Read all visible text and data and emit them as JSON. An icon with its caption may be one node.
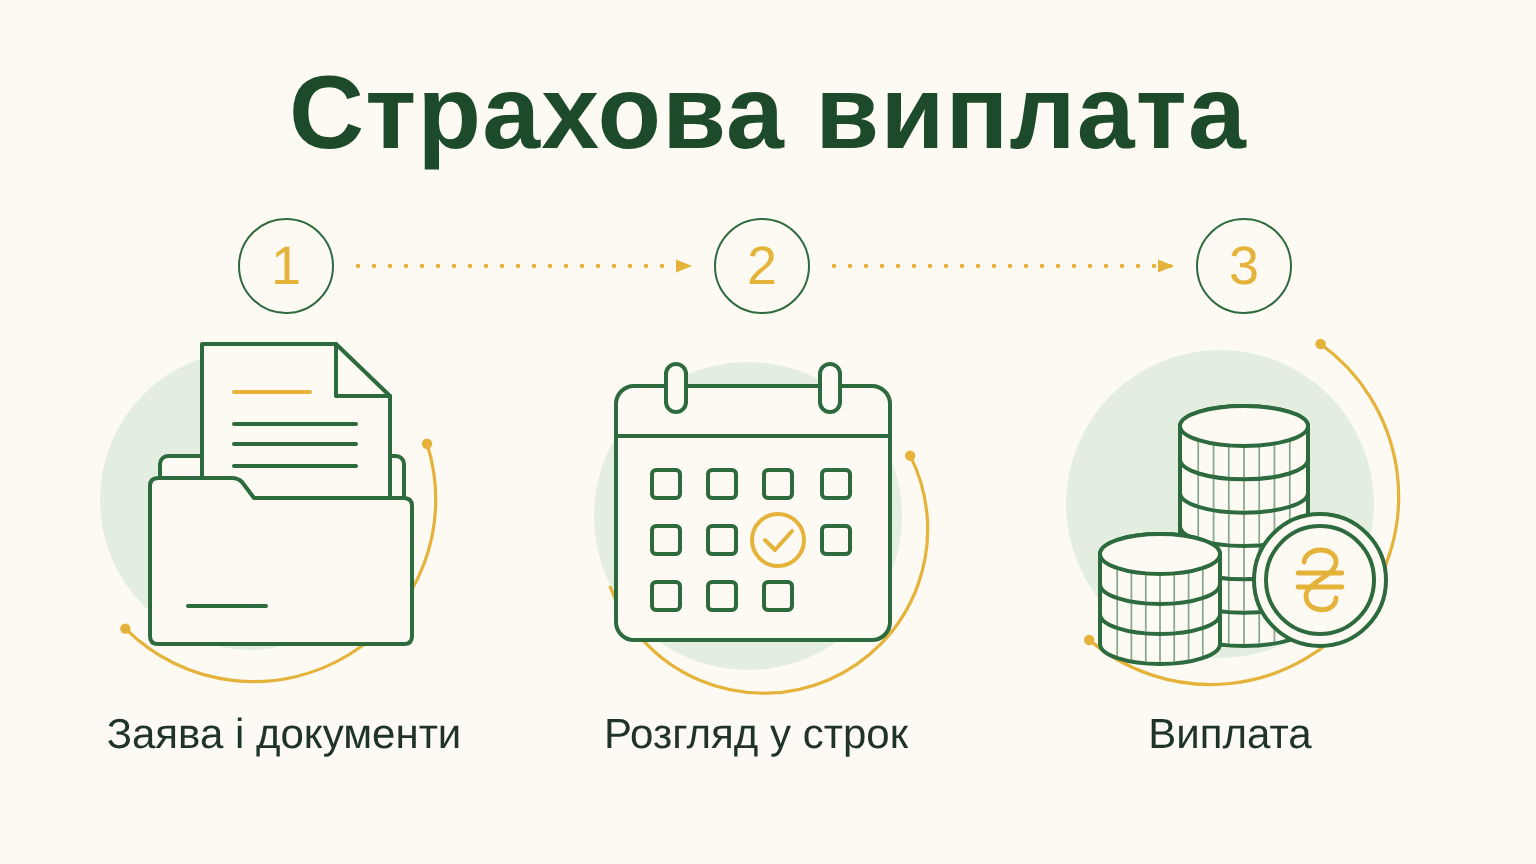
{
  "diagram": {
    "title": "Страхова виплата",
    "nodes": [
      {
        "text": [
          "1"
        ]
      },
      {
        "text": [
          "2"
        ]
      },
      {
        "text": [
          "3"
        ]
      }
    ],
    "edges": [
      {
        "from": 0,
        "to": 1,
        "arrow": "to",
        "style": "dashed"
      },
      {
        "from": 1,
        "to": 2,
        "arrow": "to",
        "style": "dashed"
      }
    ],
    "labels": [
      "Заява і документи",
      "Розгляд у строк",
      "Виплата"
    ]
  }
}
